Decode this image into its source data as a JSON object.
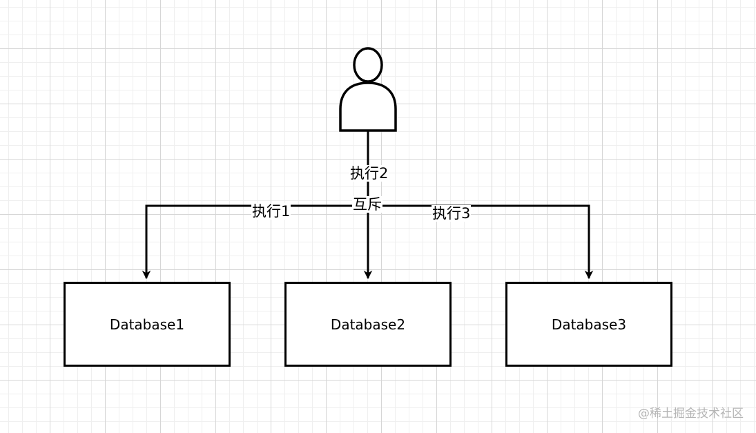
{
  "diagram": {
    "actor": {
      "icon": "user-icon"
    },
    "nodes": [
      {
        "id": "db1",
        "label": "Database1"
      },
      {
        "id": "db2",
        "label": "Database2"
      },
      {
        "id": "db3",
        "label": "Database3"
      }
    ],
    "edges": [
      {
        "from": "user",
        "to": "db1",
        "label": "执行1"
      },
      {
        "from": "user",
        "to": "db2",
        "label": "执行2"
      },
      {
        "from": "user",
        "to": "db3",
        "label": "执行3"
      }
    ],
    "annotation": "互斥",
    "line_color": "#000000",
    "grid_color": "#d6d6d6"
  },
  "watermark": "@稀土掘金技术社区"
}
